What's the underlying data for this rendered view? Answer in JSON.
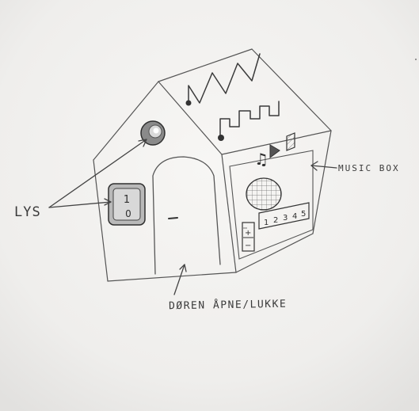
{
  "labels": {
    "lys": "LYS",
    "music_box": "MUSIC BOX",
    "door": "DØREN ÅPNE/LUKKE"
  },
  "switch": {
    "on": "1",
    "off": "0"
  },
  "music_panel": {
    "note_glyph": "♫",
    "play_glyph": "▶",
    "track_buttons": [
      "1",
      "2",
      "3",
      "4",
      "5"
    ],
    "volume_plus": "+",
    "volume_minus": "−"
  },
  "colors": {
    "paper": "#f4f3f1",
    "pencil": "#555555",
    "pencil_dark": "#2f2f2f"
  }
}
